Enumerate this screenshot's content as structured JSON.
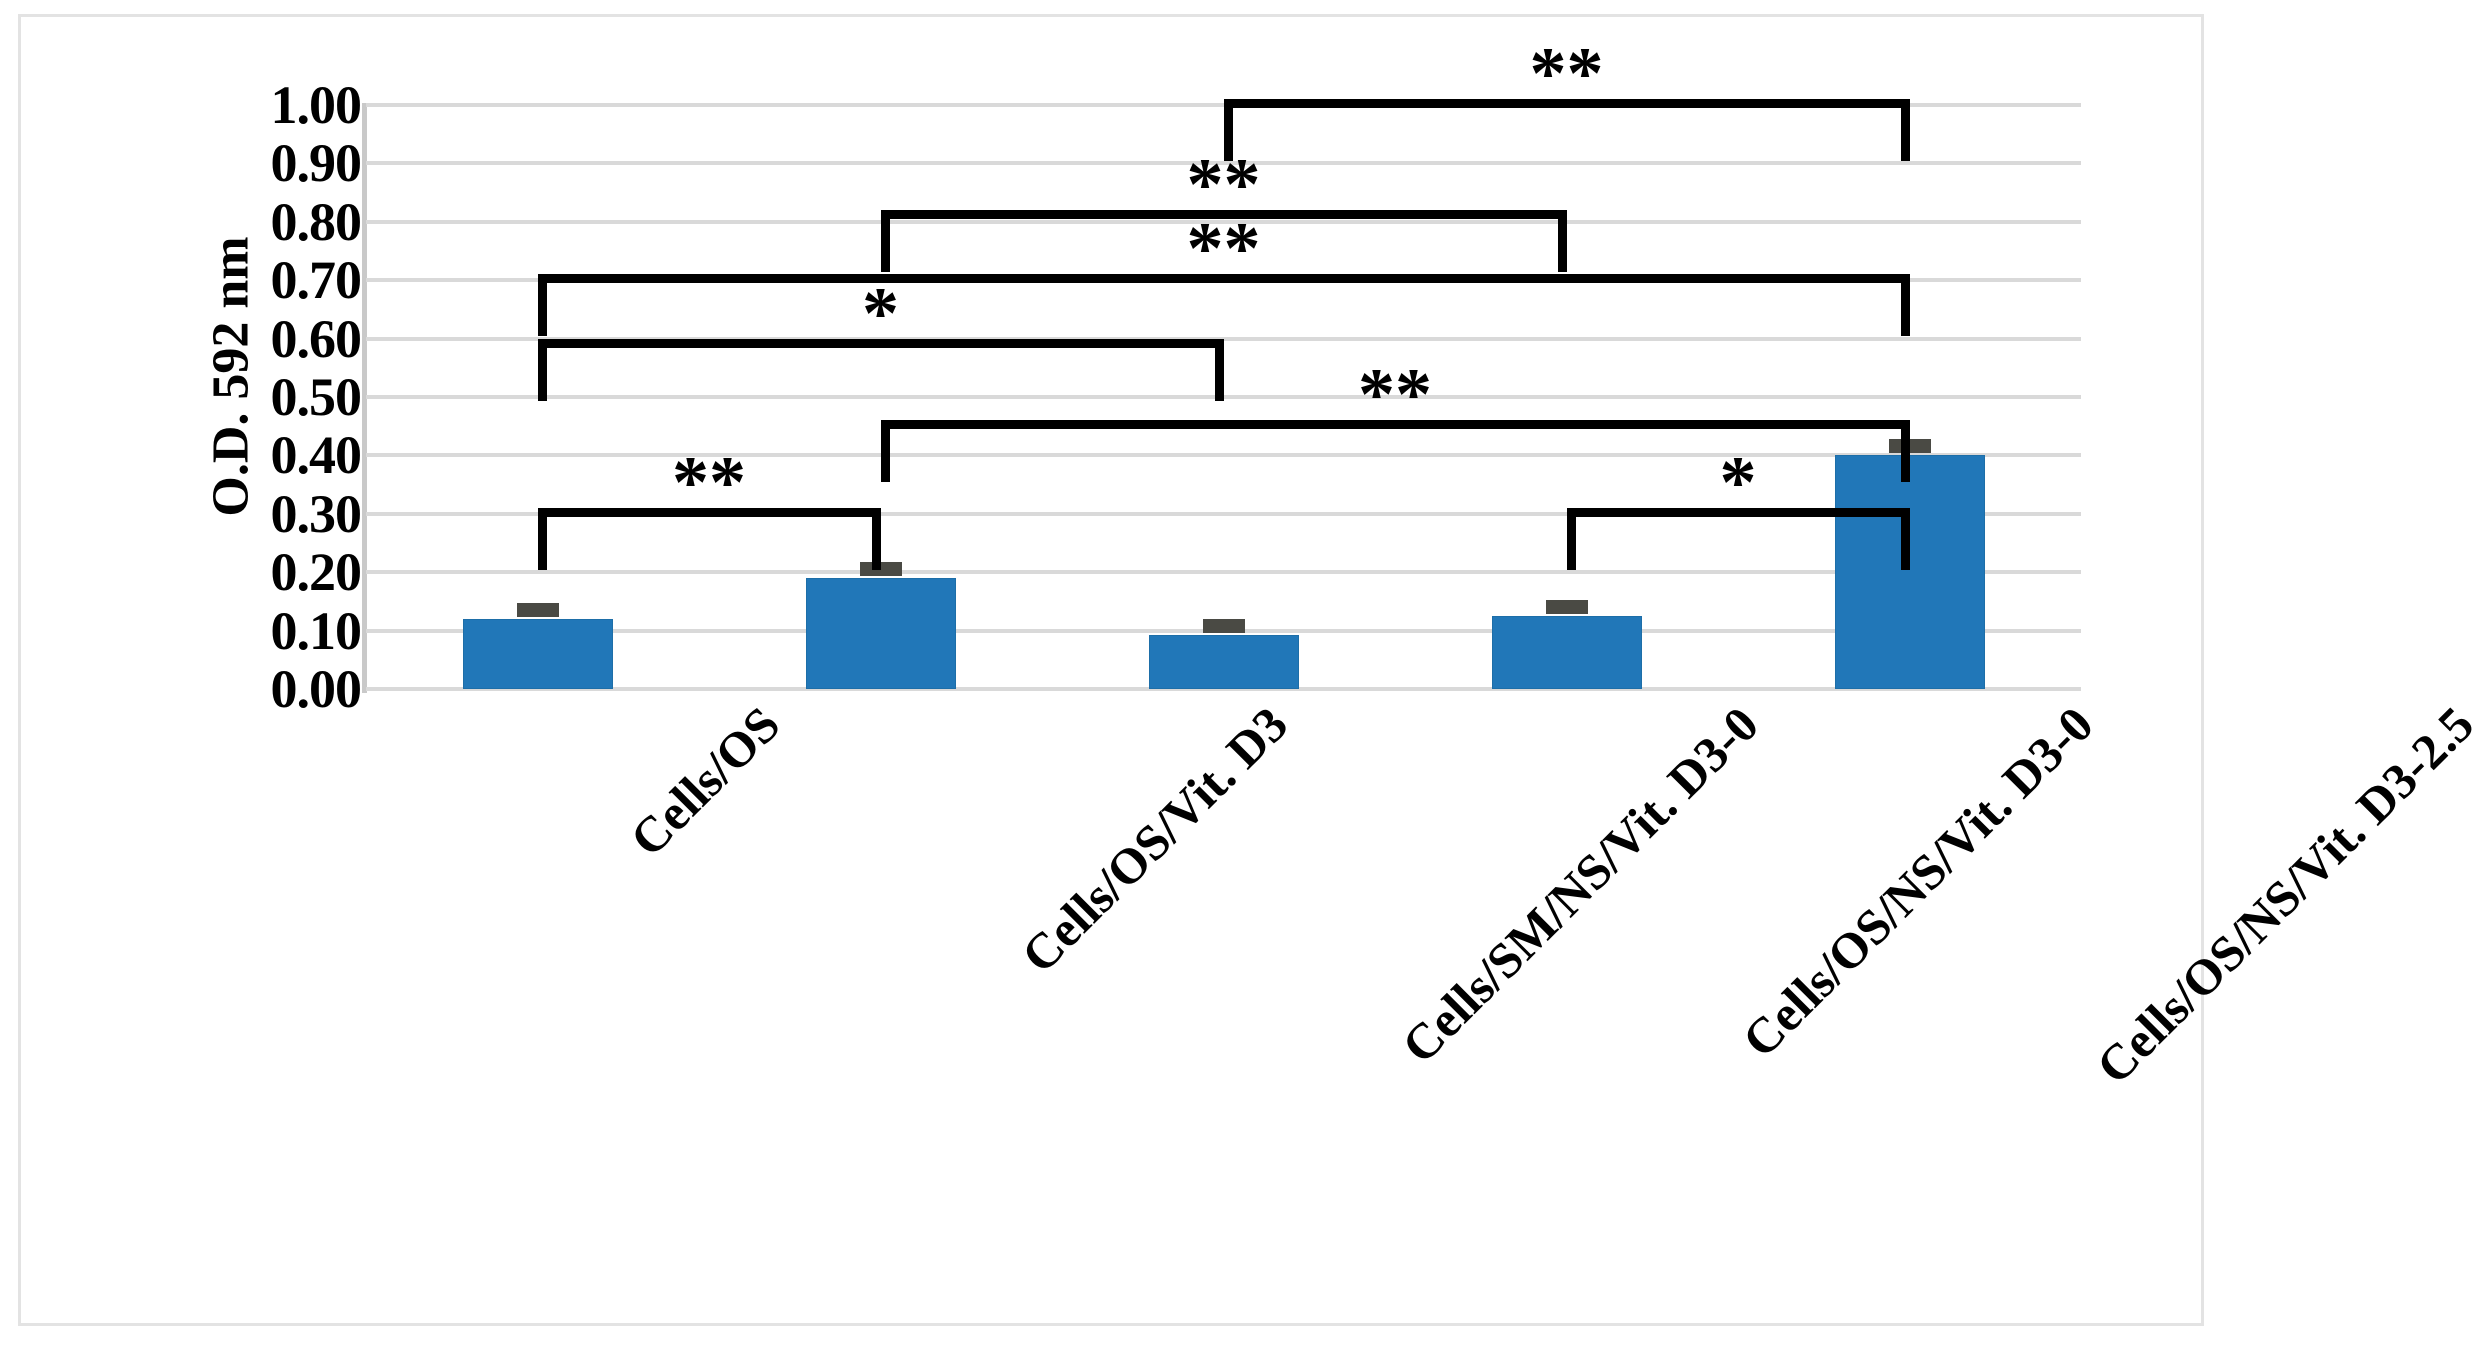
{
  "chart_data": {
    "type": "bar",
    "title": "",
    "xlabel": "",
    "ylabel": "O.D. 592 nm",
    "ylim": [
      0.0,
      1.0
    ],
    "ytick_labels": [
      "1.00",
      "0.90",
      "0.80",
      "0.70",
      "0.60",
      "0.50",
      "0.40",
      "0.30",
      "0.20",
      "0.10",
      "0.00"
    ],
    "ytick_values": [
      1.0,
      0.9,
      0.8,
      0.7,
      0.6,
      0.5,
      0.4,
      0.3,
      0.2,
      0.1,
      0.0
    ],
    "grid": true,
    "legend": "none",
    "categories": [
      "Cells/OS",
      "Cells/OS/Vit. D3",
      "Cells/SM/NS/Vit. D3-0",
      "Cells/OS/NS/Vit. D3-0",
      "Cells/OS/NS/Vit. D3-2.5"
    ],
    "values": [
      0.12,
      0.19,
      0.093,
      0.125,
      0.4
    ],
    "errors": [
      0.008,
      0.008,
      0.006,
      0.007,
      0.012
    ],
    "bar_color": "#2177B8",
    "error_bar_color": "#4a4a44",
    "gridline_color": "#d9d9d9",
    "annotations": [
      {
        "id": "b1",
        "from": 0,
        "to": 1,
        "stars": "**",
        "level": 0.31
      },
      {
        "id": "b2",
        "from": 3,
        "to": 4,
        "stars": "*",
        "level": 0.31
      },
      {
        "id": "b3",
        "from": 1,
        "to": 4,
        "stars": "**",
        "level": 0.46
      },
      {
        "id": "b4",
        "from": 0,
        "to": 2,
        "stars": "*",
        "level": 0.6
      },
      {
        "id": "b5",
        "from": 0,
        "to": 4,
        "stars": "**",
        "level": 0.71
      },
      {
        "id": "b6",
        "from": 1,
        "to": 3,
        "stars": "**",
        "level": 0.82
      },
      {
        "id": "b7",
        "from": 2,
        "to": 4,
        "stars": "**",
        "level": 1.01
      }
    ]
  }
}
